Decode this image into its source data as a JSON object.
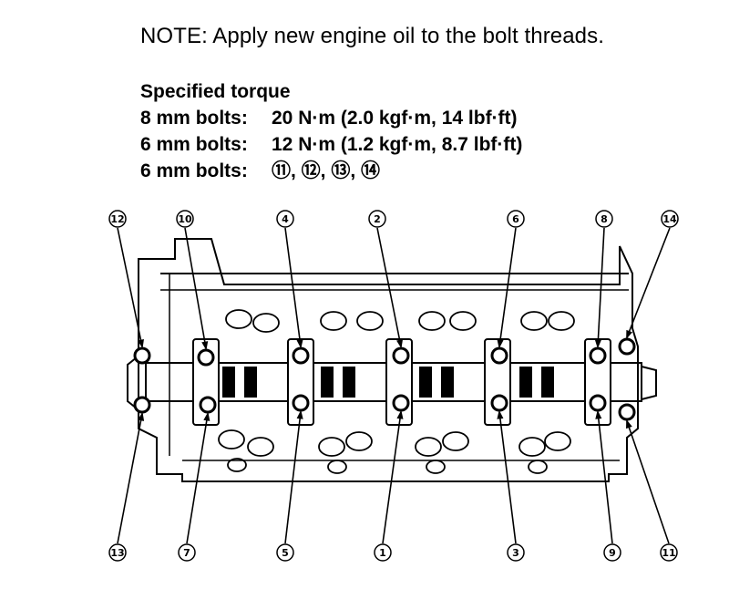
{
  "note": "NOTE: Apply new engine oil to the bolt threads.",
  "specified_torque": {
    "heading": "Specified torque",
    "rows": [
      {
        "label": "8 mm bolts:",
        "value": "20 N·m (2.0 kgf·m, 14 lbf·ft)"
      },
      {
        "label": "6 mm bolts:",
        "value": "12 N·m (1.2 kgf·m, 8.7 lbf·ft)"
      },
      {
        "label": "6 mm bolts:",
        "value": "⑪, ⑫, ⑬, ⑭"
      }
    ]
  },
  "bolt_callouts": {
    "top": [
      "12",
      "10",
      "4",
      "2",
      "6",
      "8",
      "14"
    ],
    "bottom": [
      "13",
      "7",
      "5",
      "1",
      "3",
      "9",
      "11"
    ]
  }
}
